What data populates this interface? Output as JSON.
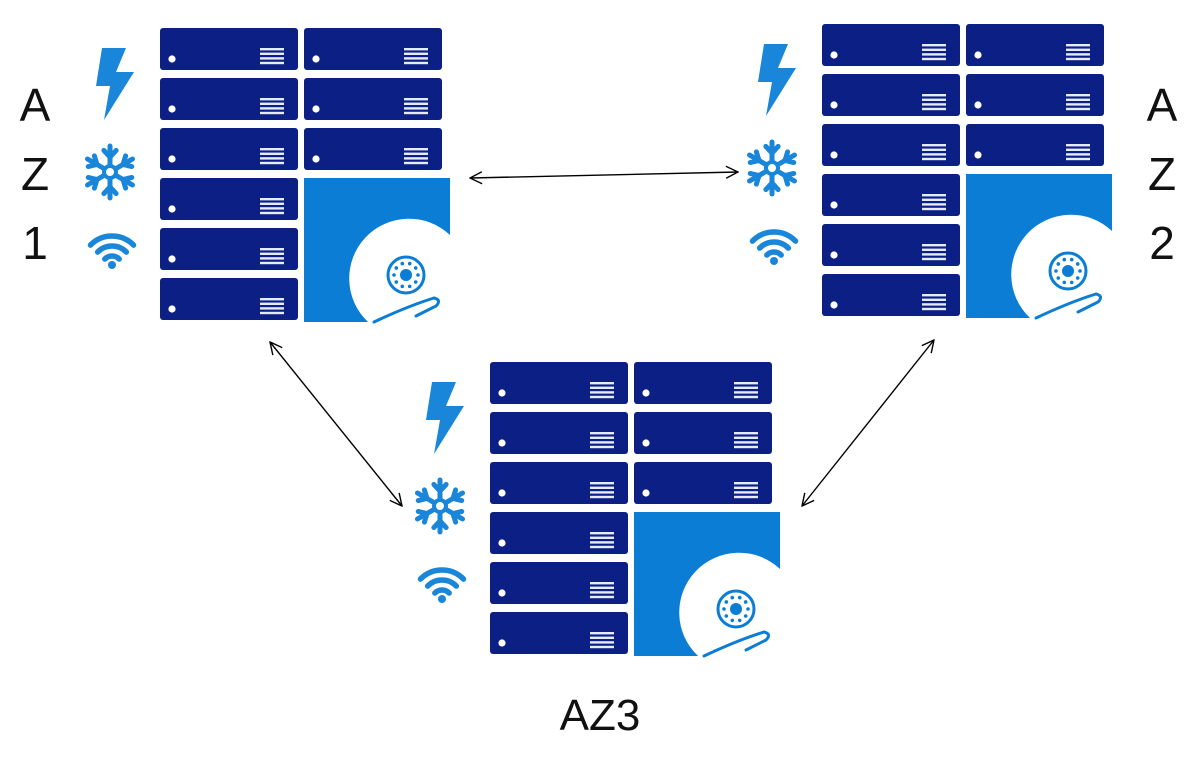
{
  "zones": [
    {
      "id": "az1",
      "label_chars": [
        "A",
        "Z",
        "1"
      ]
    },
    {
      "id": "az2",
      "label_chars": [
        "A",
        "Z",
        "2"
      ]
    },
    {
      "id": "az3",
      "label": "AZ3"
    }
  ],
  "icons": [
    "power-bolt-icon",
    "cooling-snowflake-icon",
    "network-wifi-icon",
    "server-unit-icon",
    "storage-disk-icon"
  ],
  "connections": [
    {
      "from": "az1",
      "to": "az2",
      "style": "bidirectional"
    },
    {
      "from": "az1",
      "to": "az3",
      "style": "bidirectional"
    },
    {
      "from": "az2",
      "to": "az3",
      "style": "bidirectional"
    }
  ],
  "colors": {
    "server": "#0b1f85",
    "storage": "#0c7dd4",
    "icon": "#1a86d9",
    "vent": "#e6ebff",
    "arrow": "#000000",
    "text": "#111111"
  }
}
